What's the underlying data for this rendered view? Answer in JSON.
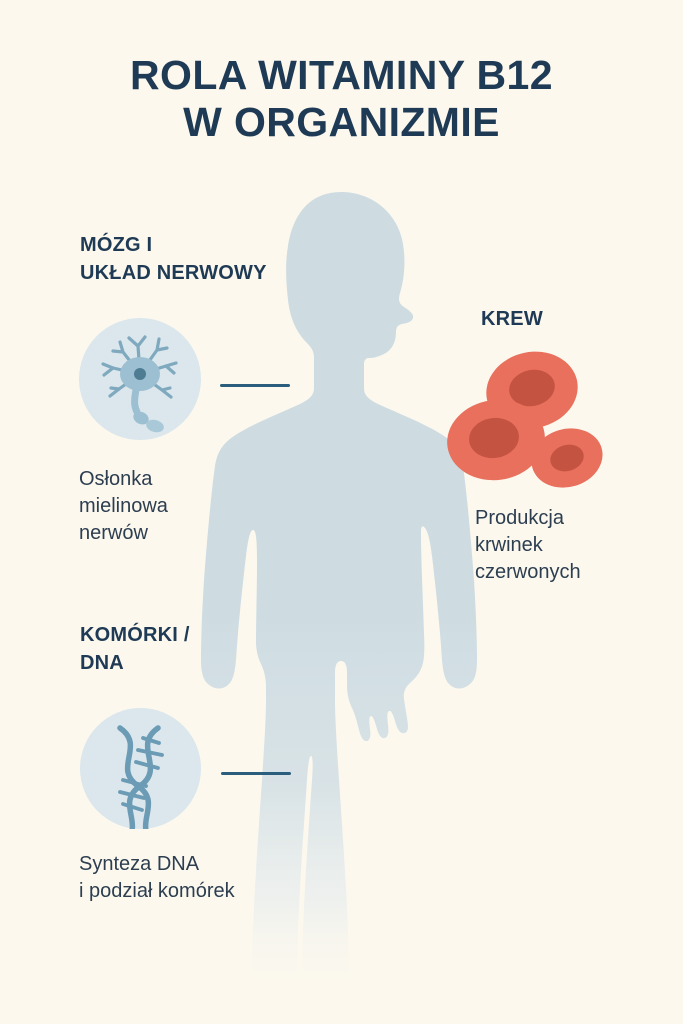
{
  "theme": {
    "background": "#FCF8EE",
    "heading_color": "#1F3A54",
    "body_text_color": "#2C3E50",
    "silhouette_color": "#CEDCE2",
    "icon_circle_color": "#DBE7EC",
    "icon_stroke_color": "#6B9BB5",
    "connector_color": "#2B5D7D",
    "blood_cell_outer": "#E8705C",
    "blood_cell_inner": "#C55342"
  },
  "title": {
    "line1": "ROLA WITAMINY B12",
    "line2": "W ORGANIZMIE"
  },
  "sections": [
    {
      "id": "brain",
      "heading": "MÓZG I\nUKŁAD NERWOWY",
      "caption": "Osłonka\nmielinowa\nnerwów",
      "icon": "neuron-icon"
    },
    {
      "id": "blood",
      "heading": "KREW",
      "caption": "Produkcja\nkrwinek\nczerwonych",
      "icon": "red-blood-cells-icon"
    },
    {
      "id": "cells",
      "heading": "KOMÓRKI /\nDNA",
      "caption": "Synteza DNA\ni podział komórek",
      "icon": "dna-helix-icon"
    }
  ],
  "graphics": {
    "silhouette": "human-body-silhouette",
    "connector_brain": "connector-line",
    "connector_dna": "connector-line"
  }
}
